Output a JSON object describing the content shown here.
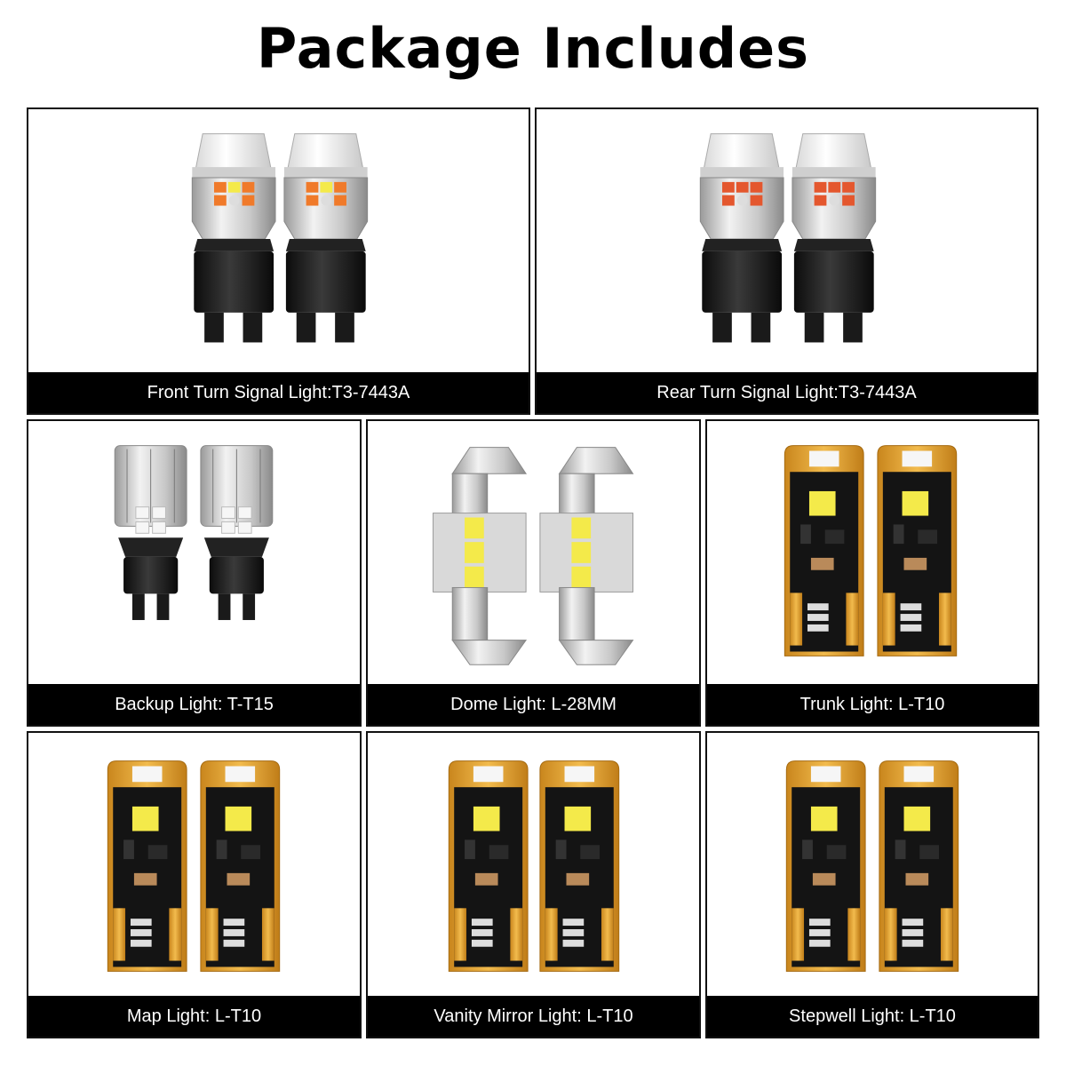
{
  "title": "Package Includes",
  "items": [
    {
      "label": "Front Turn Signal Light:T3-7443A",
      "bulb": "turn-signal-amber-bulb-icon"
    },
    {
      "label": "Rear Turn Signal Light:T3-7443A",
      "bulb": "turn-signal-red-bulb-icon"
    },
    {
      "label": "Backup Light: T-T15",
      "bulb": "backup-bulb-icon"
    },
    {
      "label": "Dome Light: L-28MM",
      "bulb": "festoon-bulb-icon"
    },
    {
      "label": "Trunk Light: L-T10",
      "bulb": "t10-bulb-icon"
    },
    {
      "label": "Map Light: L-T10",
      "bulb": "t10-bulb-icon"
    },
    {
      "label": "Vanity Mirror Light: L-T10",
      "bulb": "t10-bulb-icon"
    },
    {
      "label": "Stepwell Light: L-T10",
      "bulb": "t10-bulb-icon"
    }
  ],
  "colors": {
    "caption_bg": "#000000",
    "caption_text": "#ffffff",
    "pcb_gold": "#e8a531",
    "pcb_black": "#141414",
    "led_amber": "#f07a2a",
    "led_red": "#e4572e",
    "led_white": "#f6f6f6",
    "led_yellow": "#f4ea4a"
  }
}
